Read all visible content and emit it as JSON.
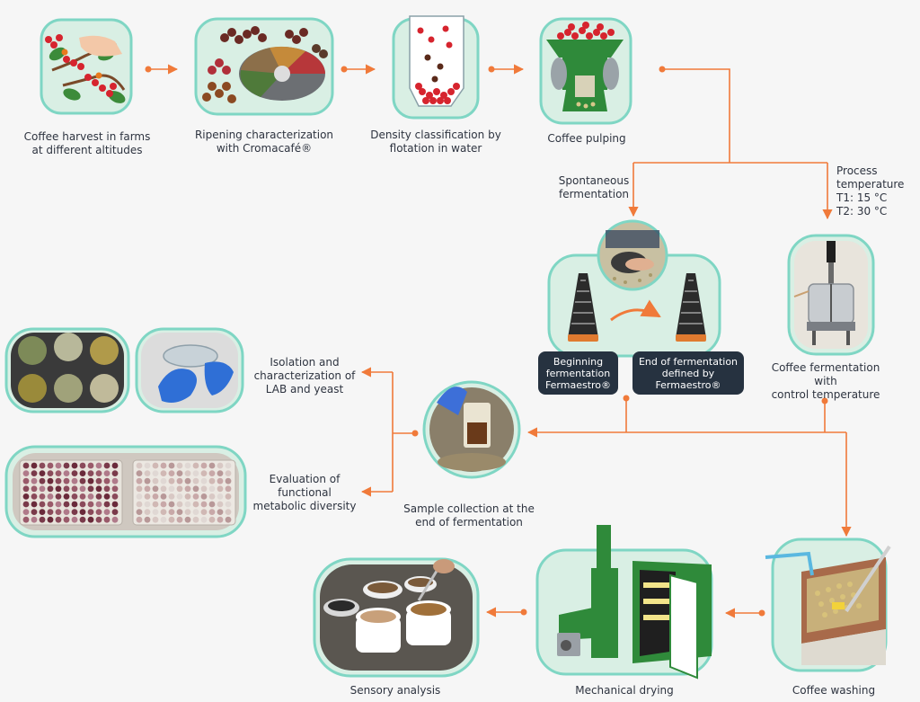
{
  "colors": {
    "arrow": "#f07a3a",
    "panel_border": "#7fd6c4",
    "panel_fill": "#d9efe4",
    "dark_box": "#263240",
    "fermaestro_cone": "#2b2b2b",
    "fermaestro_cone_base": "#e07a2f",
    "coffee_cherry": "#d6242e",
    "machine_green": "#2f8a3a"
  },
  "steps": {
    "harvest": "Coffee harvest in farms\nat different altitudes",
    "ripening": "Ripening characterization\nwith Cromacafé®",
    "density": "Density classification by\nflotation in water",
    "pulping": "Coffee pulping",
    "spontaneous": "Spontaneous\nfermentation",
    "process_temp": "Process\ntemperature\nT1: 15 °C\nT2: 30 °C",
    "beginning": "Beginning\nfermentation\nFermaestro®",
    "end_ferm": "End of fermentation\ndefined by\nFermaestro®",
    "controlled": "Coffee fermentation with\ncontrol temperature",
    "isolation": "Isolation and\ncharacterization of\nLAB and yeast",
    "evaluation": "Evaluation of\nfunctional\nmetabolic diversity",
    "sample": "Sample collection at the\nend of fermentation",
    "sensory": "Sensory analysis",
    "drying": "Mechanical drying",
    "washing": "Coffee washing"
  },
  "icons": {
    "harvest": "coffee-branch-hand-icon",
    "ripening": "color-wheel-beans-icon",
    "density": "flotation-tank-icon",
    "pulping": "pulping-machine-icon",
    "fermaestro": "fermaestro-cone-icon",
    "reactor": "bioreactor-photo",
    "drying": "dryer-machine-icon",
    "washing": "washing-tank-icon",
    "sensory": "cupping-cups-photo"
  }
}
